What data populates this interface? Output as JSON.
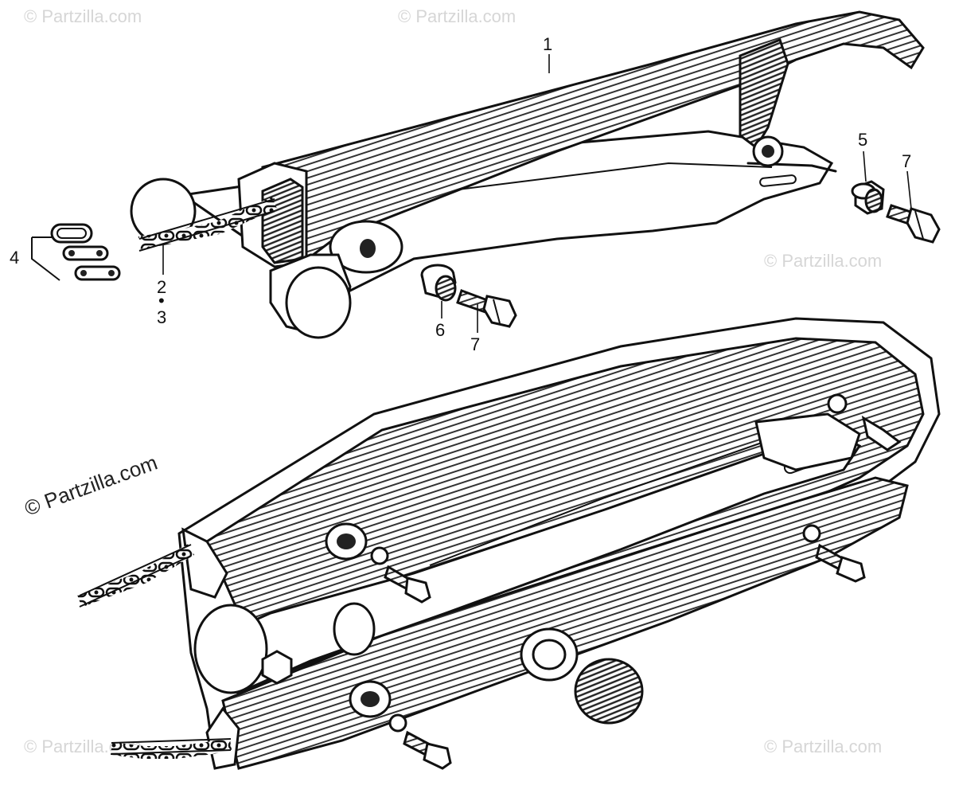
{
  "diagram": {
    "callouts": [
      {
        "id": "1",
        "label": "1"
      },
      {
        "id": "2",
        "label": "2"
      },
      {
        "id": "2-3-dot",
        "label": "•"
      },
      {
        "id": "3",
        "label": "3"
      },
      {
        "id": "4",
        "label": "4"
      },
      {
        "id": "5",
        "label": "5"
      },
      {
        "id": "6",
        "label": "6"
      },
      {
        "id": "7a",
        "label": "7"
      },
      {
        "id": "7b",
        "label": "7"
      }
    ],
    "watermark_main": "© Partzilla.com",
    "watermark_faint": "© Partzilla.com"
  }
}
